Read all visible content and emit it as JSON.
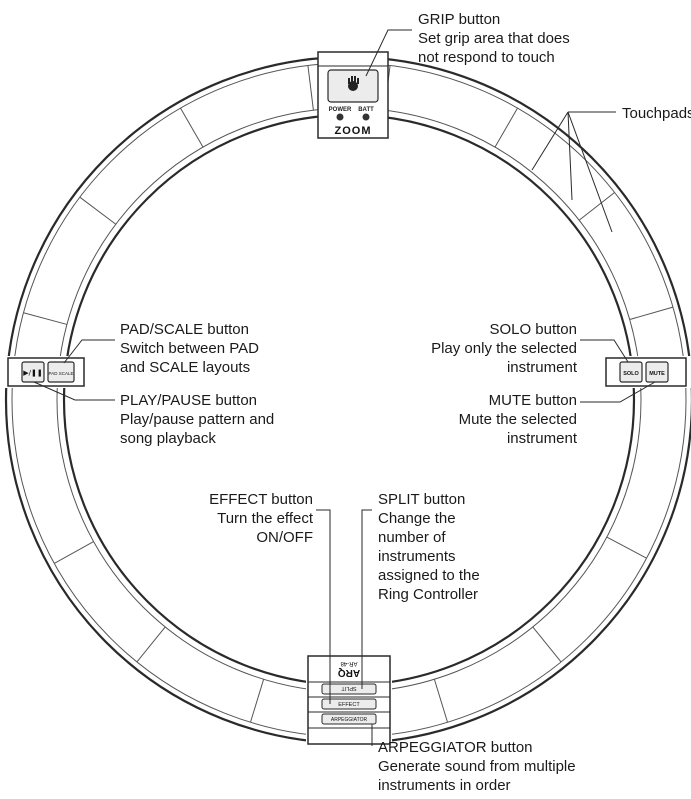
{
  "labels": {
    "grip_title": "GRIP button",
    "grip_desc1": "Set grip area that does",
    "grip_desc2": "not respond to touch",
    "touchpads": "Touchpads",
    "pad_scale_title": "PAD/SCALE button",
    "pad_scale_desc1": "Switch between PAD",
    "pad_scale_desc2": "and SCALE layouts",
    "play_title": "PLAY/PAUSE button",
    "play_desc1": "Play/pause pattern and",
    "play_desc2": "song playback",
    "solo_title": "SOLO button",
    "solo_desc1": "Play only the selected",
    "solo_desc2": "instrument",
    "mute_title": "MUTE button",
    "mute_desc1": "Mute the selected",
    "mute_desc2": "instrument",
    "effect_title": "EFFECT button",
    "effect_desc1": "Turn the effect",
    "effect_desc2": "ON/OFF",
    "split_title": "SPLIT button",
    "split_desc1": "Change the",
    "split_desc2": "number of",
    "split_desc3": "instruments",
    "split_desc4": "assigned to the",
    "split_desc5": "Ring Controller",
    "arp_title": "ARPEGGIATOR button",
    "arp_desc1": "Generate sound from multiple",
    "arp_desc2": "instruments in order"
  },
  "device": {
    "brand": "ZOOM",
    "power_label": "POWER",
    "batt_label": "BATT",
    "play_glyph": "▶/❚❚",
    "pad_scale_glyph": "PAD SCALE",
    "solo_label": "SOLO",
    "mute_label": "MUTE",
    "split_label": "SPLIT",
    "effect_label": "EFFECT",
    "arp_label": "ARPEGGIATOR",
    "arp_logo": "ARQ",
    "model_label": "AR-48"
  },
  "colors": {
    "line": "#2a2a2a",
    "button_fill": "#e6e6e6",
    "led": "#333333"
  }
}
